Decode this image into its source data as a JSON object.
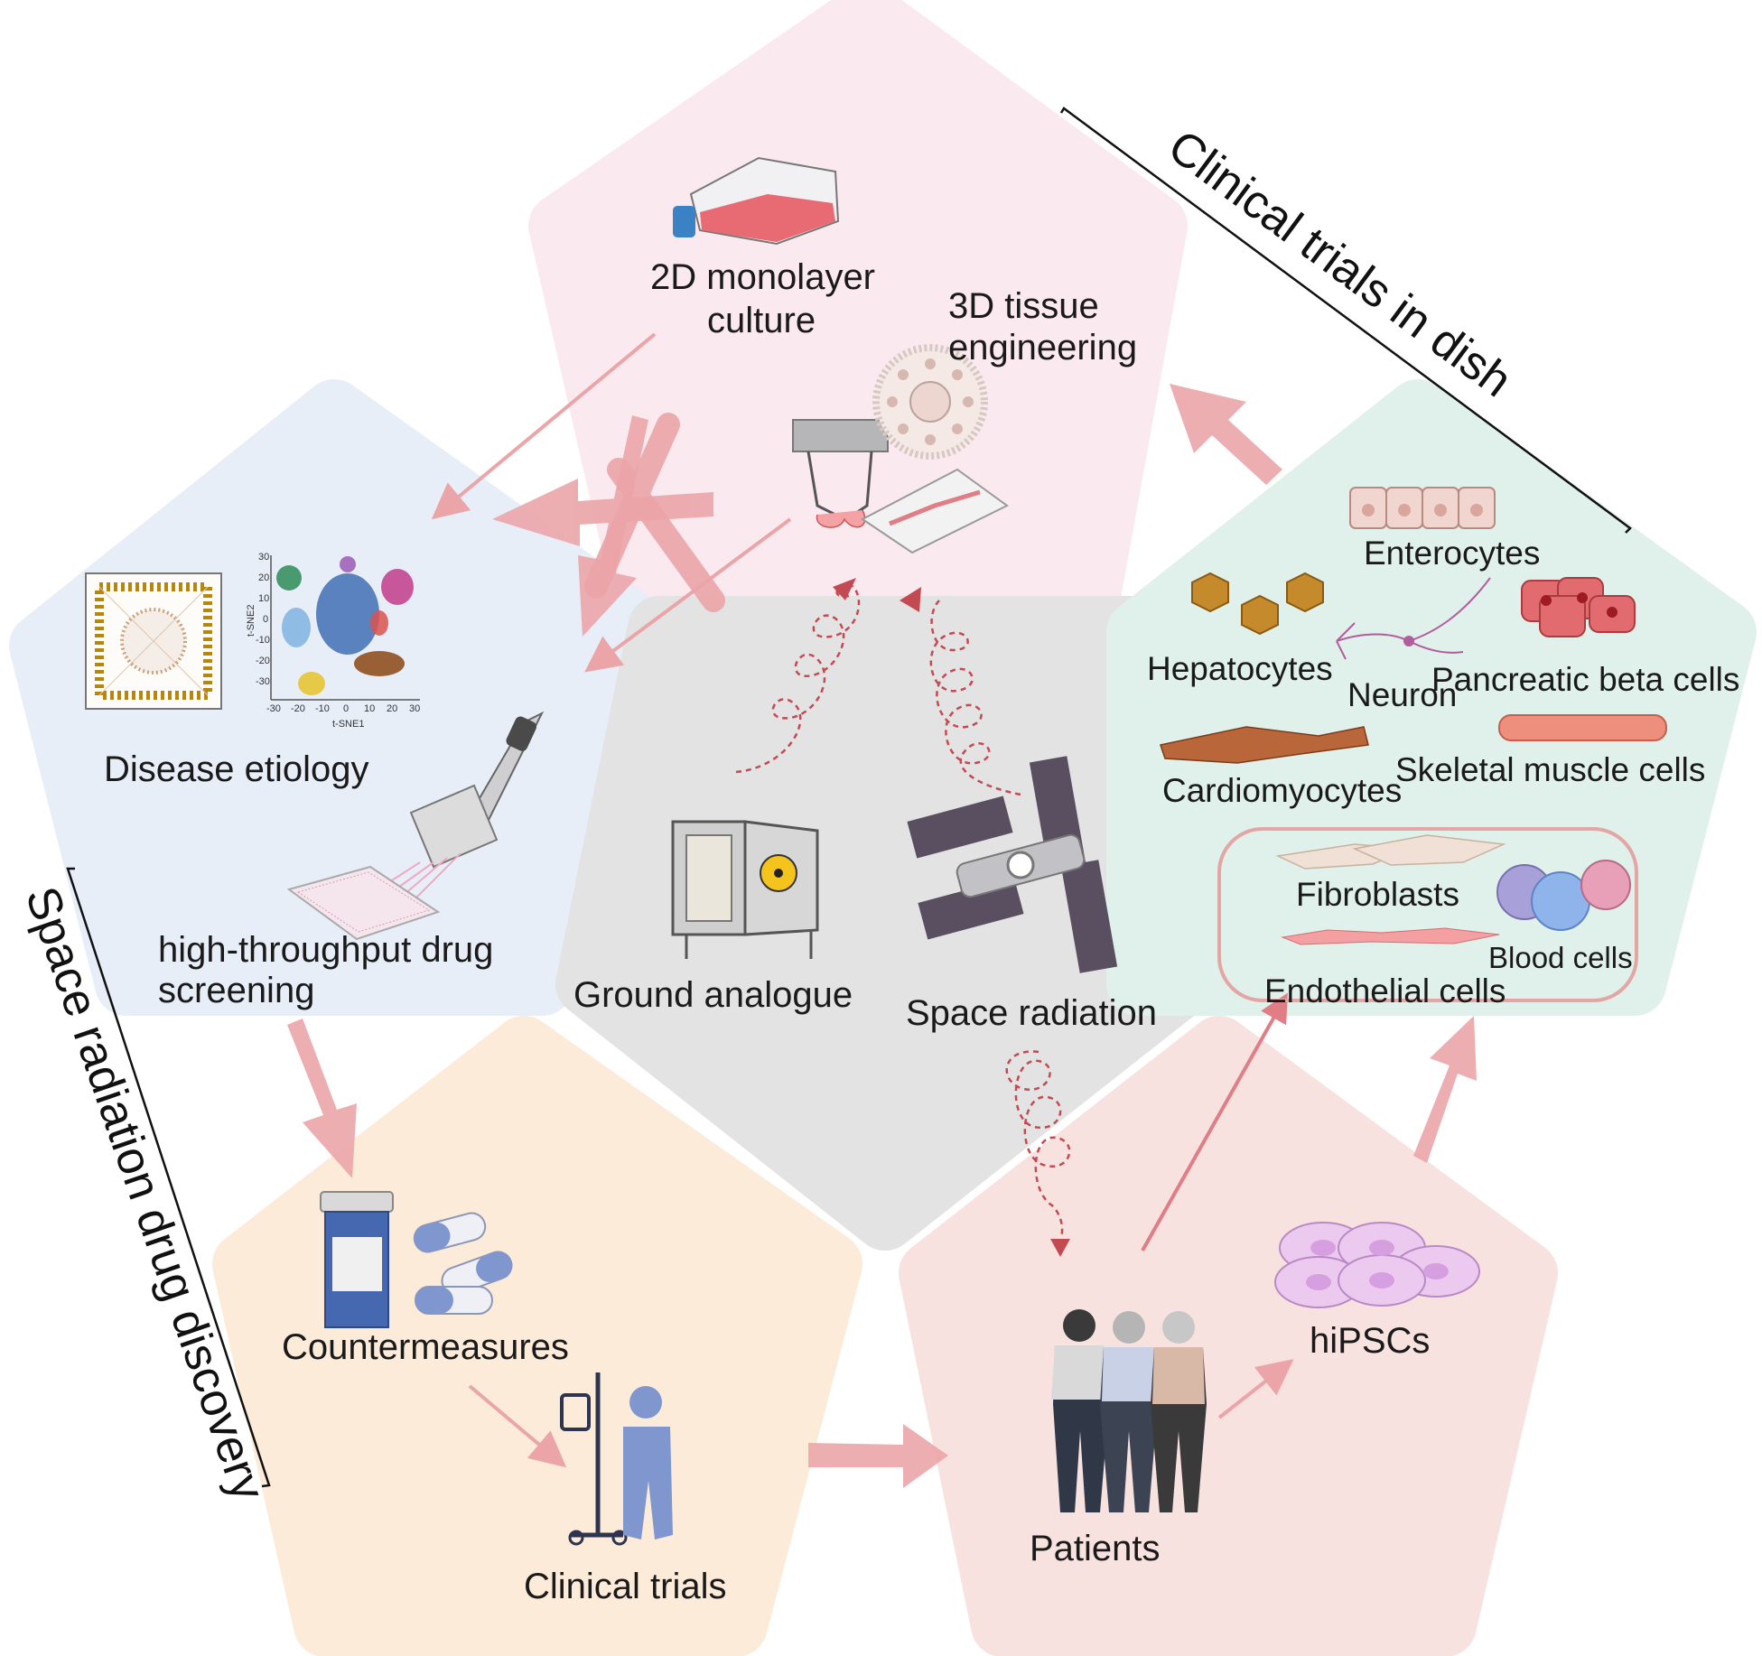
{
  "panels": {
    "culture": {
      "label_2d_line1": "2D monolayer",
      "label_2d_line2": "culture",
      "label_3d_line1": "3D tissue",
      "label_3d_line2": "engineering"
    },
    "etiology": {
      "label_disease": "Disease etiology",
      "label_hts_line1": "high-throughput drug",
      "label_hts_line2": "screening",
      "tsne": {
        "xlabel": "t-SNE1",
        "ylabel": "t-SNE2",
        "xticks": [
          "-30",
          "-20",
          "-10",
          "0",
          "10",
          "20",
          "30"
        ],
        "yticks": [
          "30",
          "20",
          "10",
          "0",
          "-10",
          "-20",
          "-30"
        ]
      }
    },
    "radiation": {
      "label_ground": "Ground analogue",
      "label_space": "Space radiation"
    },
    "cells": {
      "enterocytes": "Enterocytes",
      "hepatocytes": "Hepatocytes",
      "neuron": "Neuron",
      "pancreatic": "Pancreatic beta cells",
      "cardiomyocytes": "Cardiomyocytes",
      "skeletal": "Skeletal muscle cells",
      "fibroblasts": "Fibroblasts",
      "blood": "Blood cells",
      "endothelial": "Endothelial cells"
    },
    "drugs": {
      "countermeasures": "Countermeasures",
      "clinical_trials": "Clinical trials"
    },
    "patients": {
      "patients": "Patients",
      "hipscs": "hiPSCs"
    }
  },
  "side_labels": {
    "top_right": "Clinical trials in dish",
    "left": "Space radiation drug discovery"
  },
  "colors": {
    "culture_bg": "#fbe9f0",
    "etiology_bg": "#e8eef8",
    "radiation_bg": "#e3e3e3",
    "cells_bg": "#e0f0ea",
    "drugs_bg": "#fcebd8",
    "patients_bg": "#f8e2e0",
    "arrow": "#eba5a8",
    "dashed": "#c44a52"
  }
}
